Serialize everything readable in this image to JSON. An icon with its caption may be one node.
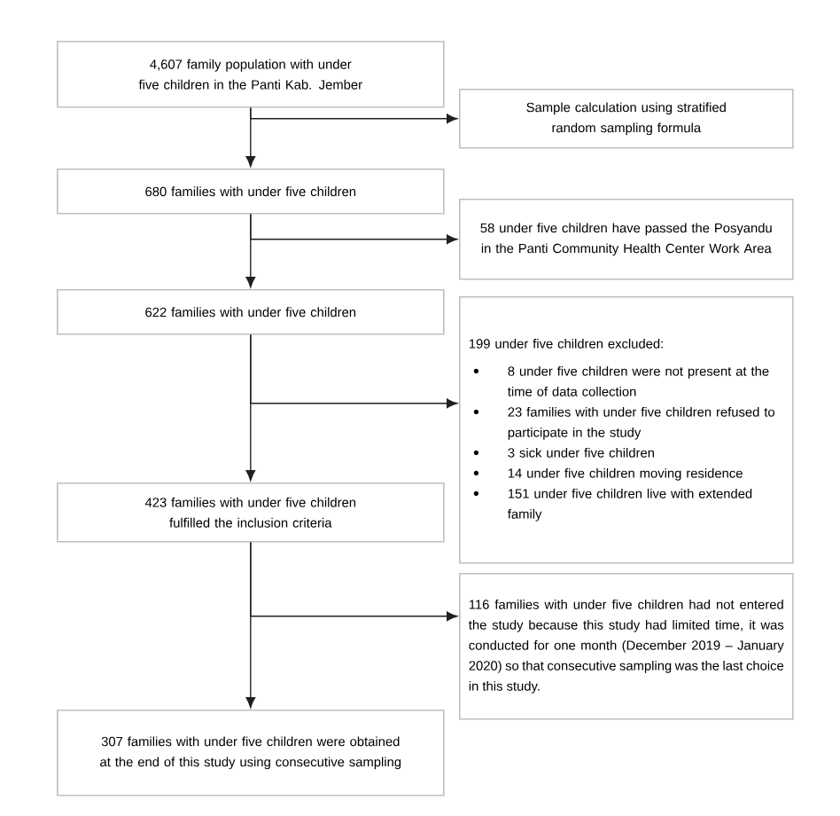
{
  "diagram": {
    "nodes": [
      {
        "text": [
          "4,607 family population with under five children in the Panti Kab. Jember"
        ]
      },
      {
        "text": [
          "Sample calculation using stratified random sampling formula"
        ]
      },
      {
        "text": [
          "680 families with under five children"
        ]
      },
      {
        "text": [
          "58 under five children have passed the Posyandu in the Panti Community Health Center Work Area"
        ]
      },
      {
        "text": [
          "622 families with under five children"
        ]
      },
      {
        "text": [
          "199 under five children excluded:",
          "8 under five children were not present at the time of data collection",
          "23 families with under five children refused to participate in the study",
          "3 sick under five children",
          "14 under five children moving residence",
          "151 under five children live with extended family"
        ]
      },
      {
        "text": [
          "423 families with under five children fulfilled the inclusion criteria"
        ]
      },
      {
        "text": [
          "116 families with under five children had not entered the study because this study had limited time, it was conducted for one month (December 2019 – January 2020) so that consecutive sampling was the last choice in this study."
        ]
      },
      {
        "text": [
          "307 families with under five children were obtained at the end of this study using consecutive sampling"
        ]
      }
    ],
    "edges": [
      {
        "from": 0,
        "to": 2,
        "arrow": "to"
      },
      {
        "from": 0,
        "to": 1,
        "arrow": "to"
      },
      {
        "from": 2,
        "to": 4,
        "arrow": "to"
      },
      {
        "from": 2,
        "to": 3,
        "arrow": "to"
      },
      {
        "from": 4,
        "to": 6,
        "arrow": "to"
      },
      {
        "from": 4,
        "to": 5,
        "arrow": "to"
      },
      {
        "from": 6,
        "to": 8,
        "arrow": "to"
      },
      {
        "from": 6,
        "to": 7,
        "arrow": "to"
      }
    ]
  }
}
